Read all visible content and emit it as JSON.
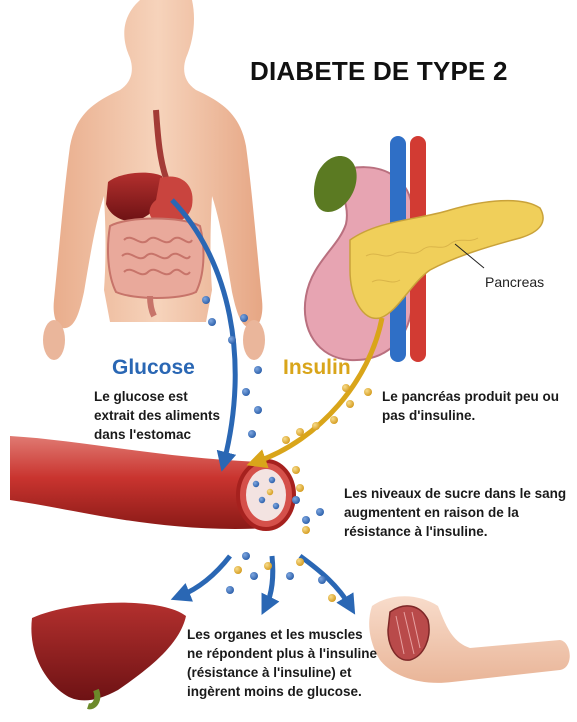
{
  "title": "DIABETE DE TYPE 2",
  "labels": {
    "glucose": "Glucose",
    "insulin": "Insulin",
    "pancreas": "Pancreas"
  },
  "texts": {
    "glucose_extracted": "Le glucose est extrait des aliments dans l'estomac",
    "pancreas_produces": "Le pancréas produit peu ou pas d'insuline.",
    "sugar_levels": "Les niveaux de sucre dans le sang augmentent en raison de la résistance à l'insuline.",
    "organs_muscles": "Les organes et les muscles ne répondent plus à l'insuline (résistance à l'insuline) et ingèrent moins de glucose."
  },
  "colors": {
    "glucose": "#2a67b4",
    "insulin": "#d9a51a",
    "skin": "#f1c3a6",
    "blood_vessel": "#c9342f",
    "liver": "#8e1d1f",
    "pancreas": "#f0cf5a"
  }
}
